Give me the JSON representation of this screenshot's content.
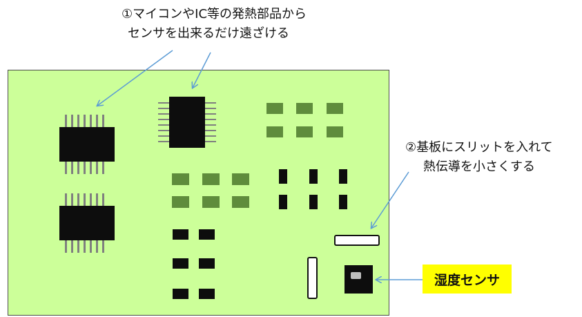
{
  "annotations": {
    "note1_line1": "①マイコンやIC等の発熱部品から",
    "note1_line2": "センサを出来るだけ遠ざける",
    "note2_line1": "②基板にスリットを入れて",
    "note2_line2": "熱伝導を小さくする",
    "sensor_label": "湿度センサ"
  },
  "colors": {
    "board": "#ccff99",
    "chip": "#0d0d0d",
    "pad": "#5f8c3c",
    "arrow": "#5b9bd5",
    "label_bg": "#ffff00"
  }
}
